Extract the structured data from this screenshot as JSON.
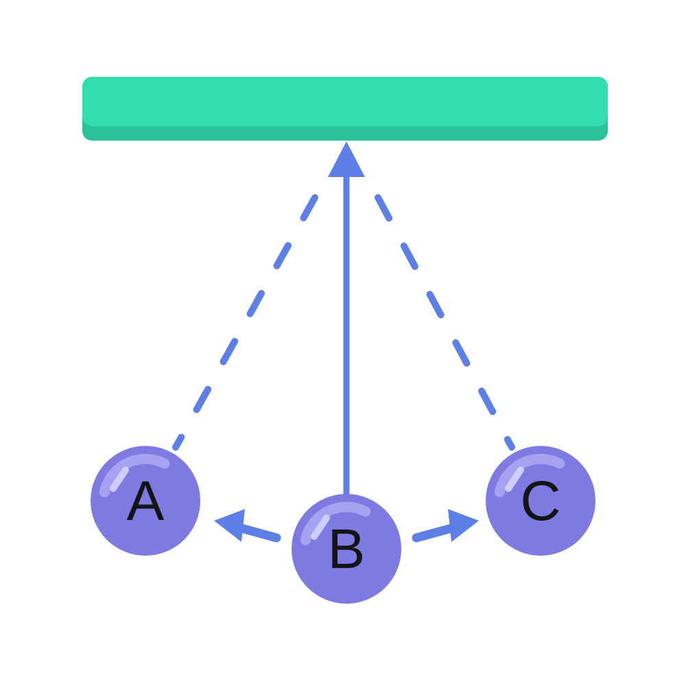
{
  "balls": [
    {
      "label": "A"
    },
    {
      "label": "B"
    },
    {
      "label": "C"
    }
  ],
  "colors": {
    "background": "#ffffff",
    "ceiling": "#31dfae",
    "ceiling_shadow": "#2bc299",
    "rope": "#5c80e6",
    "ball": "#7d7ae2",
    "ball_highlight": "#a5a3f0",
    "ball_gloss": "#cfcdf9",
    "label": "#141414"
  }
}
